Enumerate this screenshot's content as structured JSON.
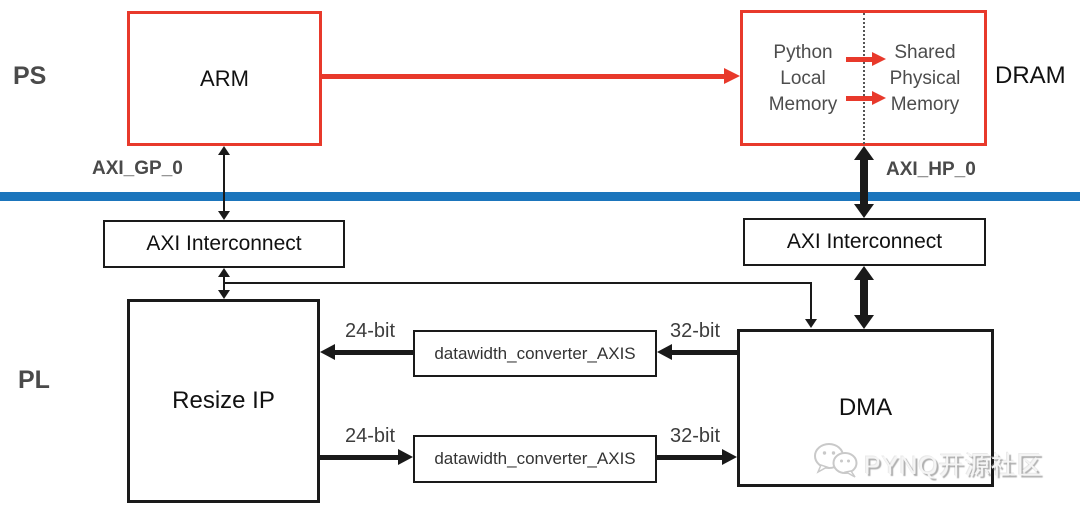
{
  "colors": {
    "red": "#e8392b",
    "blue": "#1b75bc",
    "ink": "#1a1a1a",
    "gray": "#4a4a4a"
  },
  "regions": {
    "ps": "PS",
    "pl": "PL"
  },
  "boxes": {
    "arm": "ARM",
    "dram_label": "DRAM",
    "dram_left": "Python Local Memory",
    "dram_right": "Shared Physical Memory",
    "axi_interconnect_left": "AXI Interconnect",
    "axi_interconnect_right": "AXI Interconnect",
    "resize_ip": "Resize IP",
    "dma": "DMA",
    "dwc_top": "datawidth_converter_AXIS",
    "dwc_bottom": "datawidth_converter_AXIS"
  },
  "ports": {
    "gp": "AXI_GP_0",
    "hp": "AXI_HP_0"
  },
  "bus_widths": {
    "top_left": "24-bit",
    "top_right": "32-bit",
    "bottom_left": "24-bit",
    "bottom_right": "32-bit"
  },
  "watermark": {
    "text": "PYNQ开源社区",
    "icon": "wechat-icon"
  }
}
